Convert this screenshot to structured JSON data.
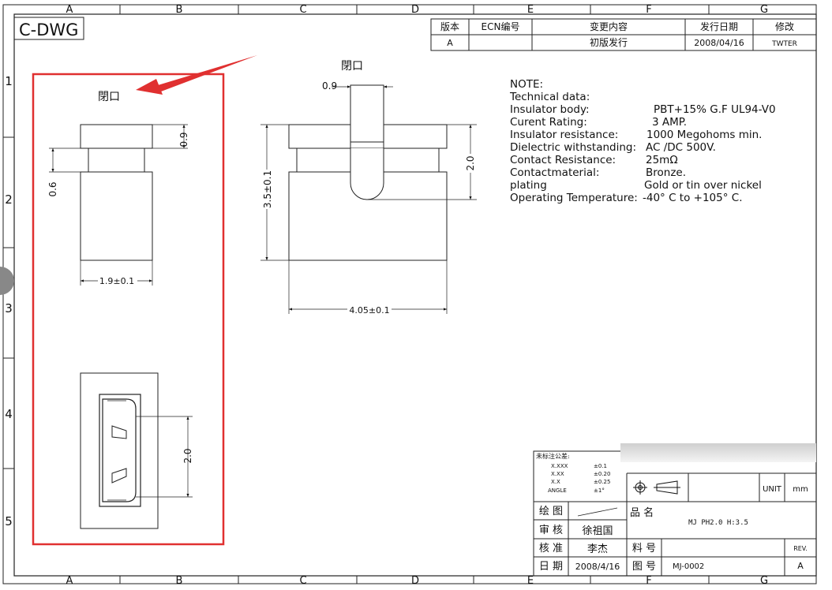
{
  "frame": {
    "columns": [
      "A",
      "B",
      "C",
      "D",
      "E",
      "F",
      "G"
    ],
    "rows": [
      "1",
      "2",
      "3",
      "4",
      "5"
    ]
  },
  "drawing_type": "C-DWG",
  "revision_table": {
    "headers": [
      "版本",
      "ECN编号",
      "变更内容",
      "发行日期",
      "修改"
    ],
    "row": [
      "A",
      "",
      "初版发行",
      "2008/04/16",
      "TWTER"
    ]
  },
  "annotation": {
    "callout_label": "閉口",
    "color": "#e03030"
  },
  "views": {
    "top_label": "閉口",
    "dims": {
      "side_height_upper": "0.9",
      "side_height_lower": "0.6",
      "side_width": "1.9±0.1",
      "front_opening_width": "0.9",
      "front_height": "3.5±0.1",
      "front_slot_depth": "2.0",
      "front_width": "4.05±0.1",
      "bottom_pitch": "2.0"
    }
  },
  "notes": {
    "title": "NOTE:",
    "lines": [
      {
        "label": "Technical data:",
        "value": ""
      },
      {
        "label": "Insulator body:",
        "value": "PBT+15% G.F UL94-V0"
      },
      {
        "label": "Curent Rating:",
        "value": "3 AMP."
      },
      {
        "label": "Insulator resistance:",
        "value": "1000 Megohoms min."
      },
      {
        "label": "Dielectric withstanding:",
        "value": "AC /DC 500V."
      },
      {
        "label": "Contact Resistance:",
        "value": "25mΩ"
      },
      {
        "label": "Contactmaterial:",
        "value": "Bronze."
      },
      {
        "label": "plating",
        "value": "Gold or tin over nickel"
      },
      {
        "label": "Operating Temperature:",
        "value": "-40° C to +105° C."
      }
    ]
  },
  "title_block": {
    "tolerance_title": "未标注公差:",
    "tolerances": [
      {
        "k": "X.XXX",
        "v": "±0.1"
      },
      {
        "k": "X.XX",
        "v": "±0.20"
      },
      {
        "k": "X.X",
        "v": "±0.25"
      },
      {
        "k": "ANGLE",
        "v": "±1°"
      }
    ],
    "unit_label": "UNIT",
    "unit_value": "mm",
    "drawn_label": "绘 图",
    "check_label": "审 核",
    "check_value": "徐祖国",
    "approve_label": "核 准",
    "approve_value": "李杰",
    "date_label": "日 期",
    "date_value": "2008/4/16",
    "name_label": "品 名",
    "name_value": "MJ PH2.0 H:3.5",
    "material_label": "料 号",
    "dwg_label": "图 号",
    "dwg_value": "MJ-0002",
    "rev_label": "REV.",
    "rev_value": "A"
  }
}
